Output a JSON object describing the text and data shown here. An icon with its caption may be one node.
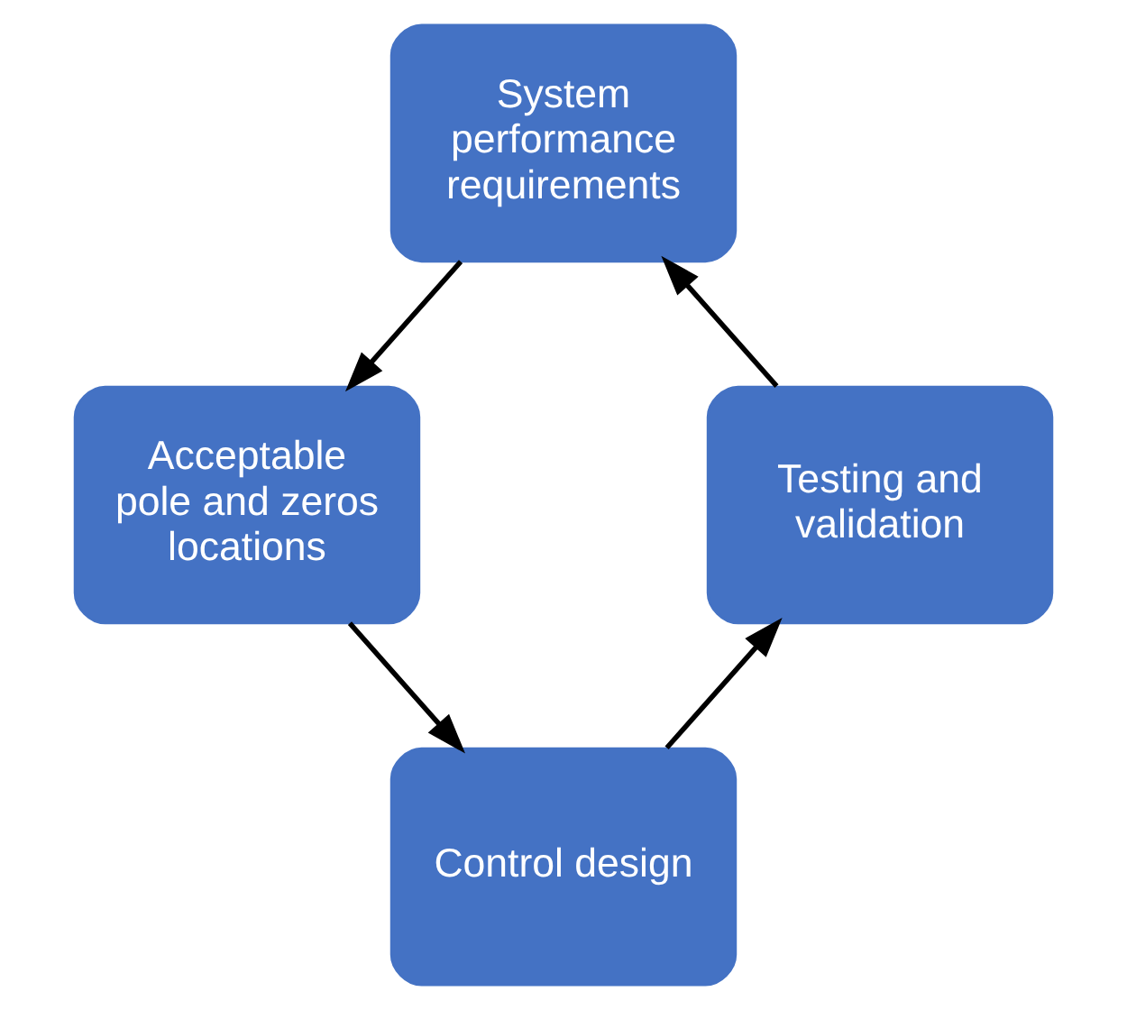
{
  "diagram": {
    "nodes": [
      {
        "text": [
          "System performance requirements"
        ]
      },
      {
        "text": [
          "Acceptable pole and zeros locations"
        ]
      },
      {
        "text": [
          "Control design"
        ]
      },
      {
        "text": [
          "Testing and validation"
        ]
      }
    ],
    "edges": [
      {
        "from": 0,
        "to": 1,
        "arrow": "to"
      },
      {
        "from": 1,
        "to": 2,
        "arrow": "to"
      },
      {
        "from": 2,
        "to": 3,
        "arrow": "to"
      },
      {
        "from": 3,
        "to": 0,
        "arrow": "to"
      }
    ]
  }
}
